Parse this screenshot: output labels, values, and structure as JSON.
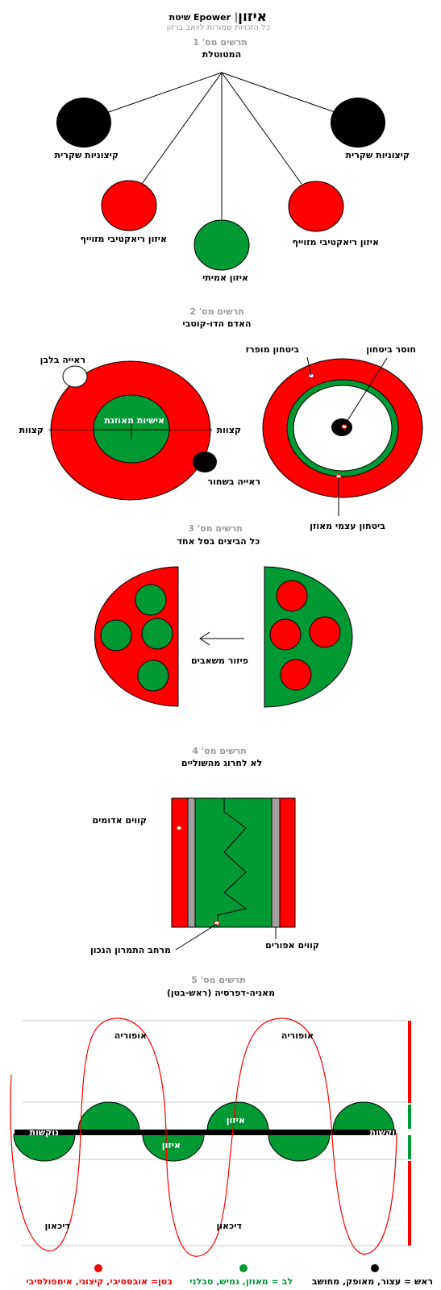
{
  "header": {
    "title": "איזון",
    "separator": "|",
    "method": "שיטת Epower",
    "copyright": "כל הזכויות שמורות ליואב ברזון"
  },
  "diagram1": {
    "number": "תרשים מס' 1",
    "title": "המטוטלת",
    "left_black": "קיצוניות שקרית",
    "right_black": "קיצוניות שקרית",
    "left_red": "איזון ריאקטיבי מזוייף",
    "right_red": "איזון ריאקטיבי מזוייף",
    "green": "איזון  אמיתי"
  },
  "diagram2": {
    "number": "תרשים מס' 2",
    "title": "האדם הדו-קוטבי",
    "white_view": "ראייה בלבן",
    "black_view": "ראייה בשחור",
    "extreme_left": "קצוות",
    "extreme_right": "קצוות",
    "balanced_personality": "אישיות מאוזנת",
    "inflated_confidence": "ביטחון מופרז",
    "lack_confidence": "חוסר ביטחון",
    "balanced_self_confidence": "ביטחון עצמי מאוזן"
  },
  "diagram3": {
    "number": "תרשים מס' 3",
    "title": "כל הביצים בסל אחד",
    "resource_spread": "פיזור משאבים"
  },
  "diagram4": {
    "number": "תרשים מס' 4",
    "title": "לא לחרוג מהשוליים",
    "red_lines": "קווים אדומים",
    "maneuver_space": "מרחב התמרון הנכון",
    "gray_lines": "קווים אפורים"
  },
  "diagram5": {
    "number": "תרשים מס' 5",
    "title": "מאניה-דפרסיה (ראש-בטן)",
    "euphoria_1": "אופוריה",
    "euphoria_2": "אופוריה",
    "balance_1": "איזון",
    "balance_2": "איזון",
    "rigidity_left": "נוקשות",
    "rigidity_right": "נוקשות",
    "dichaon_1": "דיכאון",
    "dichaon_2": "דיכאון"
  },
  "legend": {
    "head": "ראש = עצור, מאופק, מחושב",
    "heart": "לב = מאוזן, גמיש, סבלני",
    "belly": "בטן= אובססיבי, קיצוני, אימפולסיבי"
  },
  "colors": {
    "red": "#ff0000",
    "green": "#009933",
    "black": "#000000",
    "gray": "#a0a0a0",
    "caption_gray": "#999999"
  }
}
